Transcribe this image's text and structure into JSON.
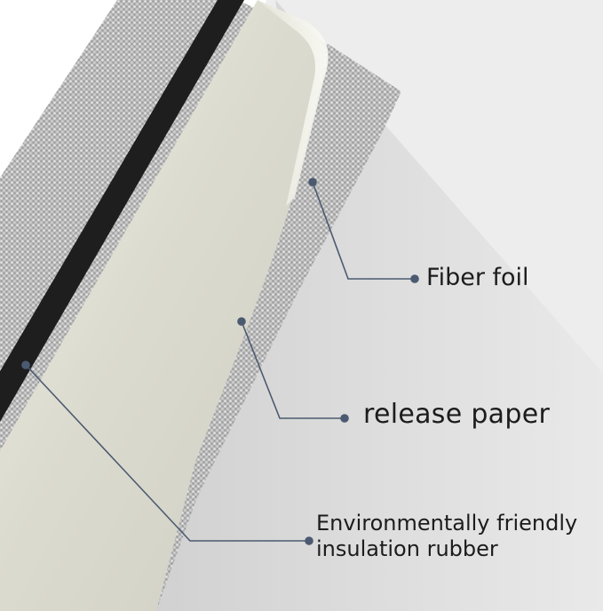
{
  "labels": {
    "fiber_foil": "Fiber foil",
    "release_paper": "release paper",
    "rubber_line1": "Environmentally friendly",
    "rubber_line2": "insulation rubber"
  },
  "colors": {
    "background": "#ffffff",
    "shadow": "#d9d9d9",
    "mesh": "#a9a9a9",
    "rubber_dark": "#1e1e1e",
    "release_paper": "#dcdbd0",
    "leader_line": "#4b5a70",
    "label_text": "#1c1c1c"
  }
}
